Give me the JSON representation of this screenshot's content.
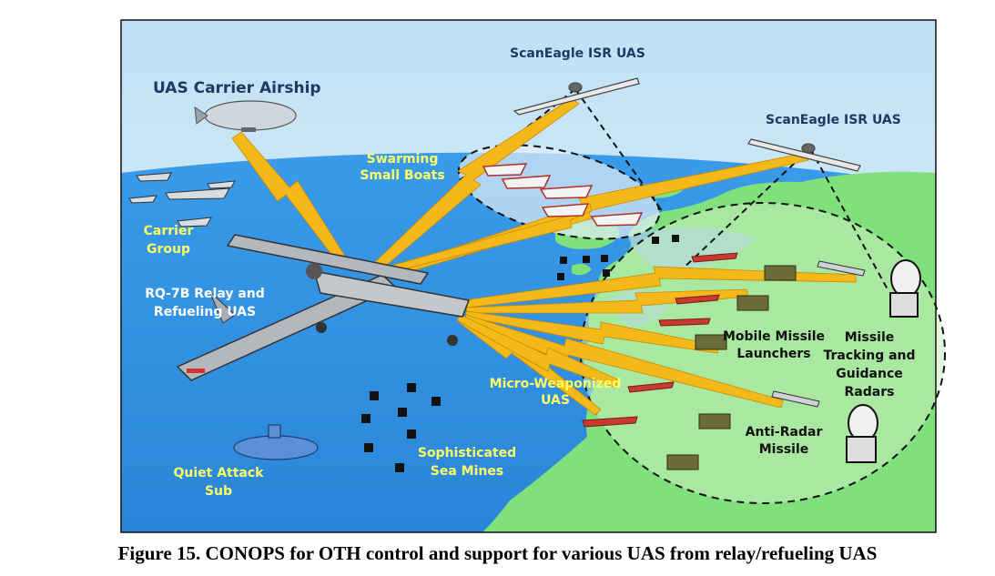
{
  "labels": {
    "airship": "UAS Carrier Airship",
    "scaneagle_1": "ScanEagle ISR UAS",
    "scaneagle_2": "ScanEagle ISR UAS",
    "swarming_1": "Swarming",
    "swarming_2": "Small Boats",
    "carrier_1": "Carrier",
    "carrier_2": "Group",
    "relay_1": "RQ-7B Relay and",
    "relay_2": "Refueling UAS",
    "micro_1": "Micro-Weaponized",
    "micro_2": "UAS",
    "mobile_1": "Mobile Missile",
    "mobile_2": "Launchers",
    "tracking_1": "Missile",
    "tracking_2": "Tracking and",
    "tracking_3": "Guidance",
    "tracking_4": "Radars",
    "antiradar_1": "Anti-Radar",
    "antiradar_2": "Missile",
    "sub_1": "Quiet Attack",
    "sub_2": "Sub",
    "mines_1": "Sophisticated",
    "mines_2": "Sea Mines"
  },
  "caption": "Figure 15. CONOPS for OTH control and support for various UAS from relay/refueling UAS",
  "colors": {
    "sky": "#cfe8f7",
    "sea": "#2e8fe0",
    "land": "#7fe27f",
    "link": "#f2b41c",
    "label_dark": "#1f3864",
    "label_yellow": "#ffff66"
  }
}
